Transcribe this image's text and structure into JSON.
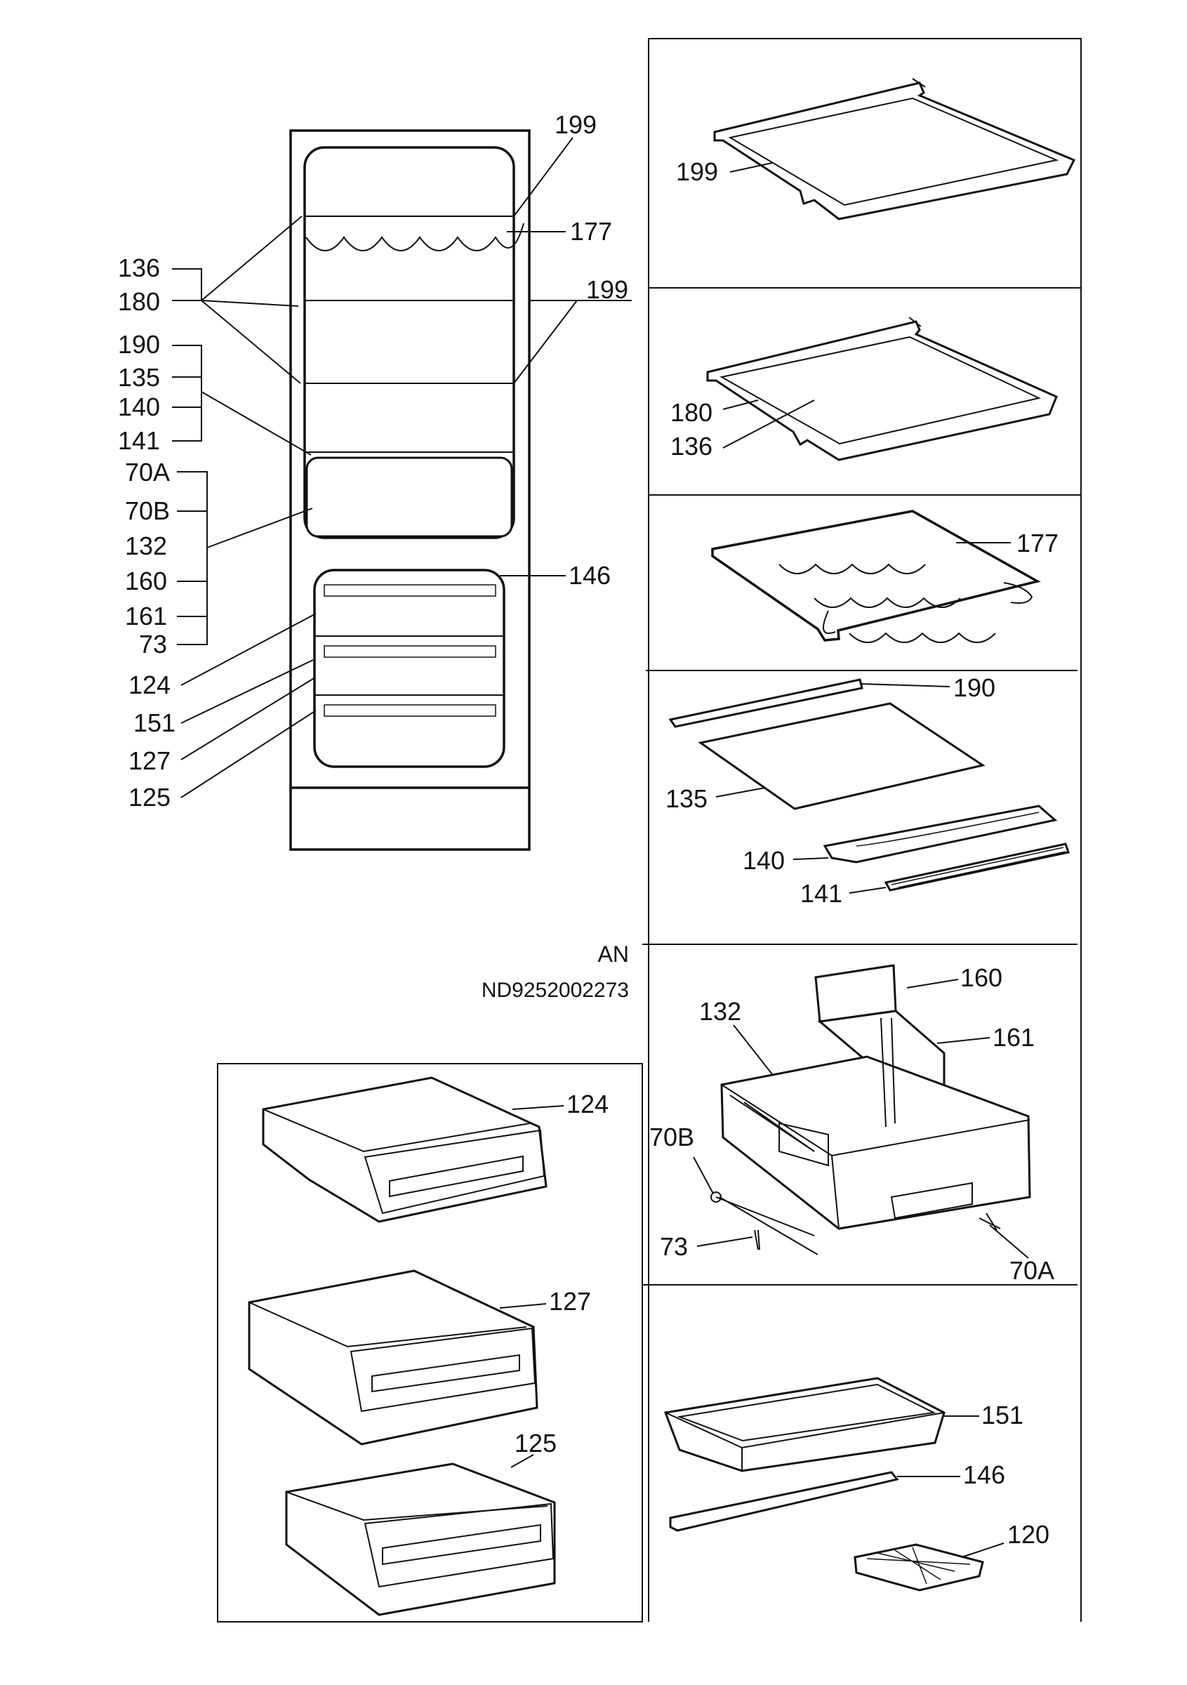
{
  "code": {
    "line1": "AN",
    "line2": "ND9252002273"
  },
  "labels": {
    "l_199a": "199",
    "l_177a": "177",
    "l_199b": "199",
    "l_136": "136",
    "l_180": "180",
    "l_190": "190",
    "l_135": "135",
    "l_140": "140",
    "l_141": "141",
    "l_70A": "70A",
    "l_70B": "70B",
    "l_132": "132",
    "l_160": "160",
    "l_161": "161",
    "l_73": "73",
    "l_146": "146",
    "l_124": "124",
    "l_151": "151",
    "l_127": "127",
    "l_125": "125"
  },
  "panels": {
    "p1": {
      "l_199": "199"
    },
    "p2": {
      "l_180": "180",
      "l_136": "136"
    },
    "p3": {
      "l_177": "177"
    },
    "p4": {
      "l_190": "190",
      "l_135": "135",
      "l_140": "140",
      "l_141": "141"
    },
    "p5": {
      "l_160": "160",
      "l_132": "132",
      "l_161": "161",
      "l_70B": "70B",
      "l_73": "73",
      "l_70A": "70A"
    },
    "p6": {
      "l_151": "151",
      "l_146": "146",
      "l_120": "120"
    },
    "drawers": {
      "l_124": "124",
      "l_127": "127",
      "l_125": "125"
    }
  }
}
